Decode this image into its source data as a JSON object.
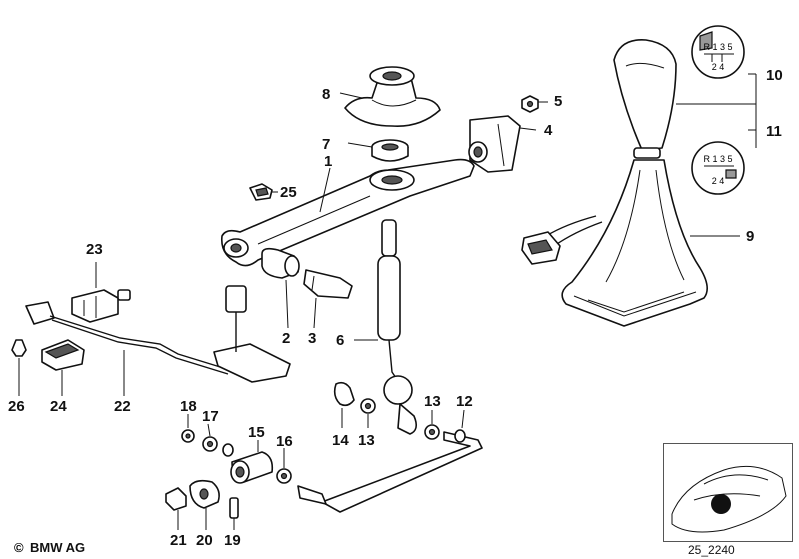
{
  "footer": {
    "copyright": "BMW AG",
    "diagram_id": "25_2240"
  },
  "callouts": {
    "c1": "1",
    "c2": "2",
    "c3": "3",
    "c4": "4",
    "c5": "5",
    "c6": "6",
    "c7": "7",
    "c8": "8",
    "c9": "9",
    "c10": "10",
    "c11": "11",
    "c12": "12",
    "c13a": "13",
    "c13b": "13",
    "c14": "14",
    "c15": "15",
    "c16": "16",
    "c17": "17",
    "c18": "18",
    "c19": "19",
    "c20": "20",
    "c21": "21",
    "c22": "22",
    "c23": "23",
    "c24": "24",
    "c25": "25",
    "c26": "26"
  },
  "shift_patterns": {
    "top": {
      "row1": "R 1 3 5",
      "row2": "2 4"
    },
    "bottom": {
      "row1": "R 1 3 5",
      "row2": "2 4"
    }
  }
}
